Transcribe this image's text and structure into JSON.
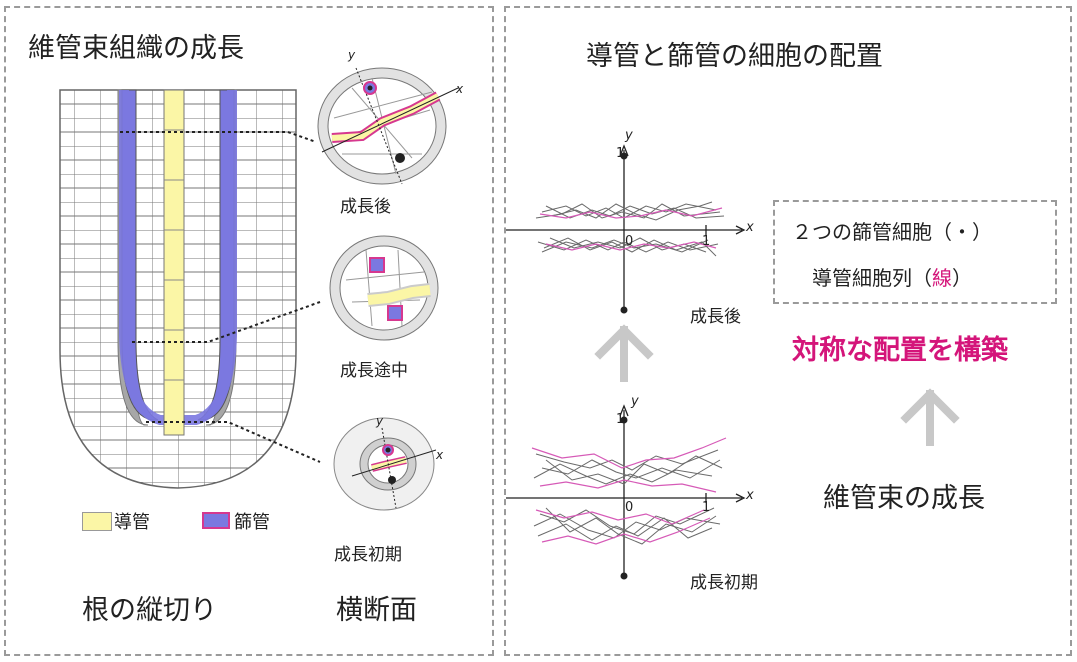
{
  "left": {
    "title": "維管束組織の成長",
    "stage_after": "成長後",
    "stage_mid": "成長途中",
    "stage_early": "成長初期",
    "legend_xylem": "導管",
    "legend_phloem": "篩管",
    "caption_long": "根の縦切り",
    "caption_cross": "横断面",
    "axis_x": "x",
    "axis_y": "y"
  },
  "right": {
    "title": "導管と篩管の細胞の配置",
    "upper_label": "成長後",
    "lower_label": "成長初期",
    "axis_x": "x",
    "axis_y": "y",
    "tick_one": "1",
    "tick_zero": "0",
    "box_line1": "２つの篩管細胞（・）",
    "box_line2_pre": "導管細胞列（",
    "box_line2_mid": "線",
    "box_line2_post": "）",
    "highlight": "対称な配置を構築",
    "growth": "維管束の成長"
  },
  "colors": {
    "xylem": "#fbf6a6",
    "phloem": "#7b78e0",
    "phloem_border": "#d6388f",
    "magenta": "#d4157a",
    "arrow": "#c8c8c8",
    "pink_line": "#d65ab7"
  }
}
